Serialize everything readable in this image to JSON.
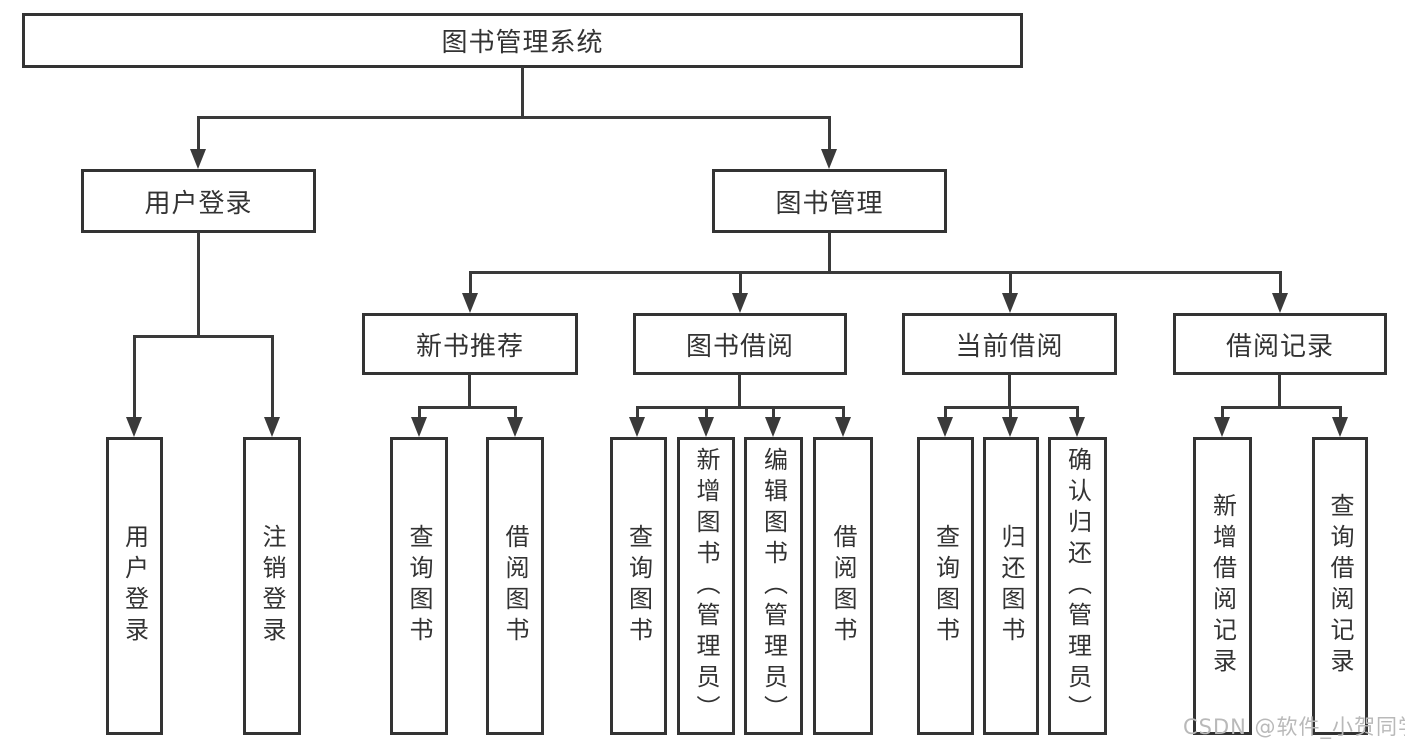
{
  "title": "图书管理系统",
  "watermark": "CSDN @软件_小贺同学",
  "colors": {
    "background": "#ffffff",
    "line": "#3a3a3a",
    "border": "#333333",
    "text": "#333333",
    "watermark": "#b9b9b9"
  },
  "root": {
    "label": "图书管理系统"
  },
  "level1": [
    {
      "label": "用户登录"
    },
    {
      "label": "图书管理"
    }
  ],
  "level2": [
    {
      "label": "新书推荐",
      "parent": "图书管理"
    },
    {
      "label": "图书借阅",
      "parent": "图书管理"
    },
    {
      "label": "当前借阅",
      "parent": "图书管理"
    },
    {
      "label": "借阅记录",
      "parent": "图书管理"
    }
  ],
  "level3": [
    {
      "label": "用户登录",
      "parent": "用户登录"
    },
    {
      "label": "注销登录",
      "parent": "用户登录"
    },
    {
      "label": "查询图书",
      "parent": "新书推荐"
    },
    {
      "label": "借阅图书",
      "parent": "新书推荐"
    },
    {
      "label": "查询图书",
      "parent": "图书借阅"
    },
    {
      "label": "新增图书（管理员）",
      "parent": "图书借阅"
    },
    {
      "label": "编辑图书（管理员）",
      "parent": "图书借阅"
    },
    {
      "label": "借阅图书",
      "parent": "图书借阅"
    },
    {
      "label": "查询图书",
      "parent": "当前借阅"
    },
    {
      "label": "归还图书",
      "parent": "当前借阅"
    },
    {
      "label": "确认归还（管理员）",
      "parent": "当前借阅"
    },
    {
      "label": "新增借阅记录",
      "parent": "借阅记录"
    },
    {
      "label": "查询借阅记录",
      "parent": "借阅记录"
    }
  ]
}
